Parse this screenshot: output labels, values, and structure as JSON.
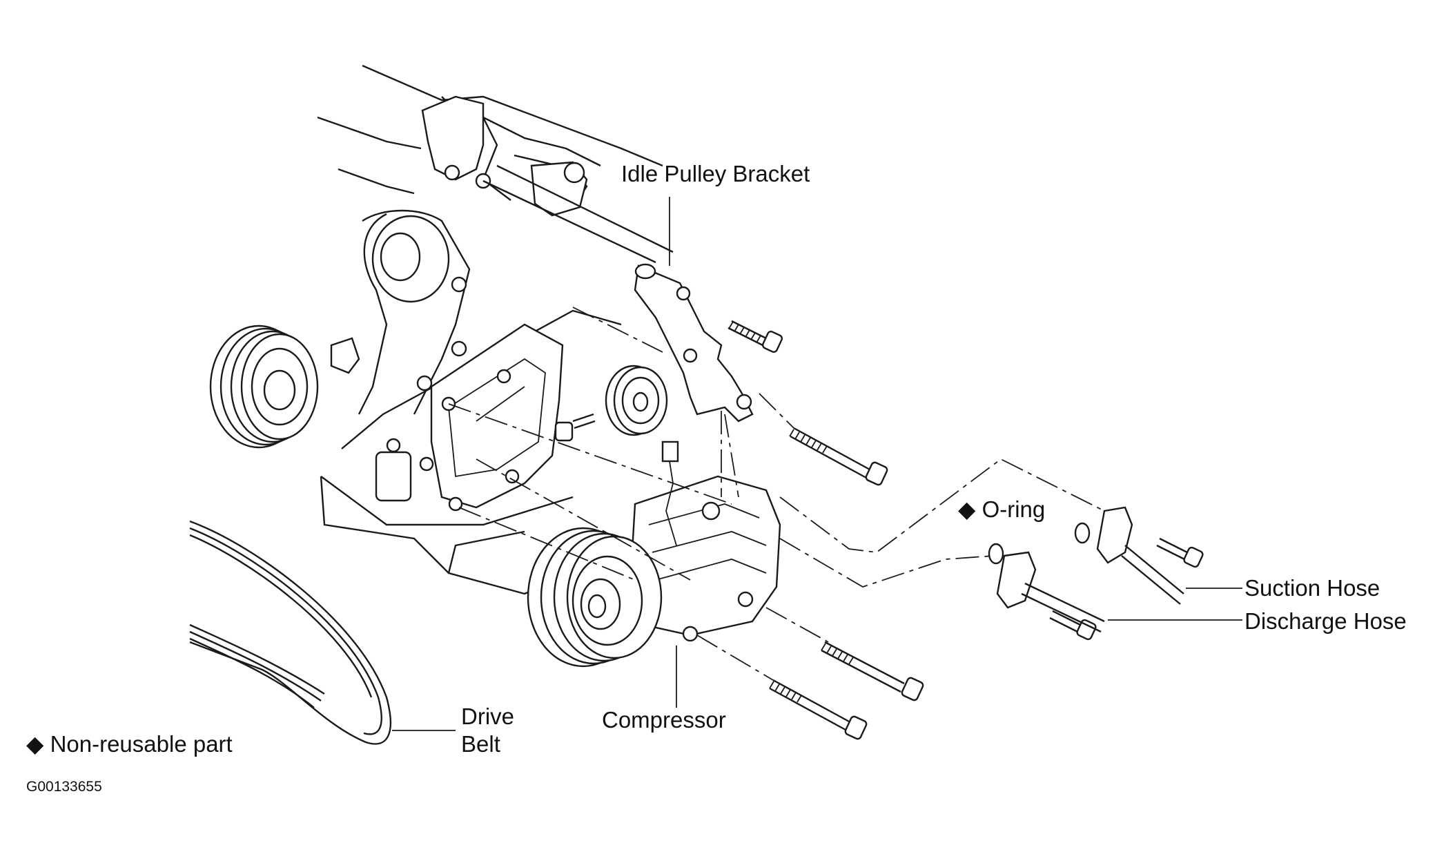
{
  "diagram": {
    "labels": {
      "idle_pulley_bracket": "Idle Pulley Bracket",
      "o_ring": "O-ring",
      "suction_hose": "Suction Hose",
      "discharge_hose": "Discharge Hose",
      "compressor": "Compressor",
      "drive_belt_line1": "Drive",
      "drive_belt_line2": "Belt",
      "non_reusable": "Non-reusable part"
    },
    "marker_symbol": "◆",
    "figure_code": "G00133655"
  }
}
